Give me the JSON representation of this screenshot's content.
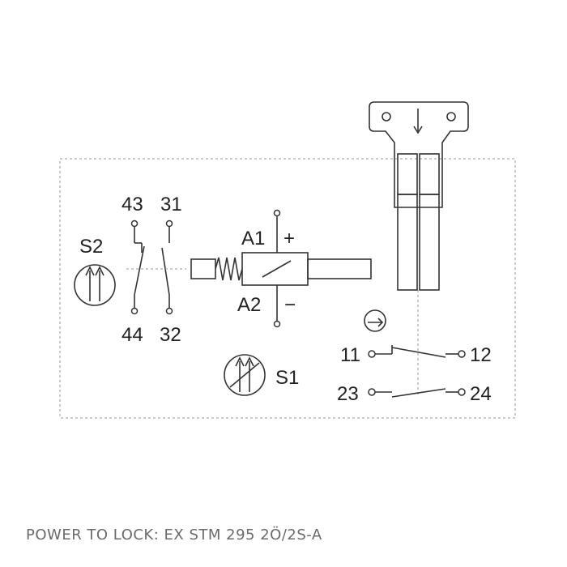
{
  "caption": "POWER TO LOCK: EX STM 295 2Ö/2S-A",
  "switch_s2": {
    "label": "S2",
    "terminals": {
      "t43": "43",
      "t31": "31",
      "t44": "44",
      "t32": "32"
    }
  },
  "switch_s1": {
    "label": "S1",
    "terminals": {
      "t11": "11",
      "t12": "12",
      "t23": "23",
      "t24": "24"
    }
  },
  "coil": {
    "a1": "A1",
    "a2": "A2",
    "plus": "+",
    "minus": "−"
  },
  "icons": [
    "up-arrow-symbol-icon",
    "double-up-arrow-symbol-icon",
    "rotation-symbol-icon",
    "actuator-key-icon",
    "spring-icon",
    "arrow-down-icon"
  ]
}
